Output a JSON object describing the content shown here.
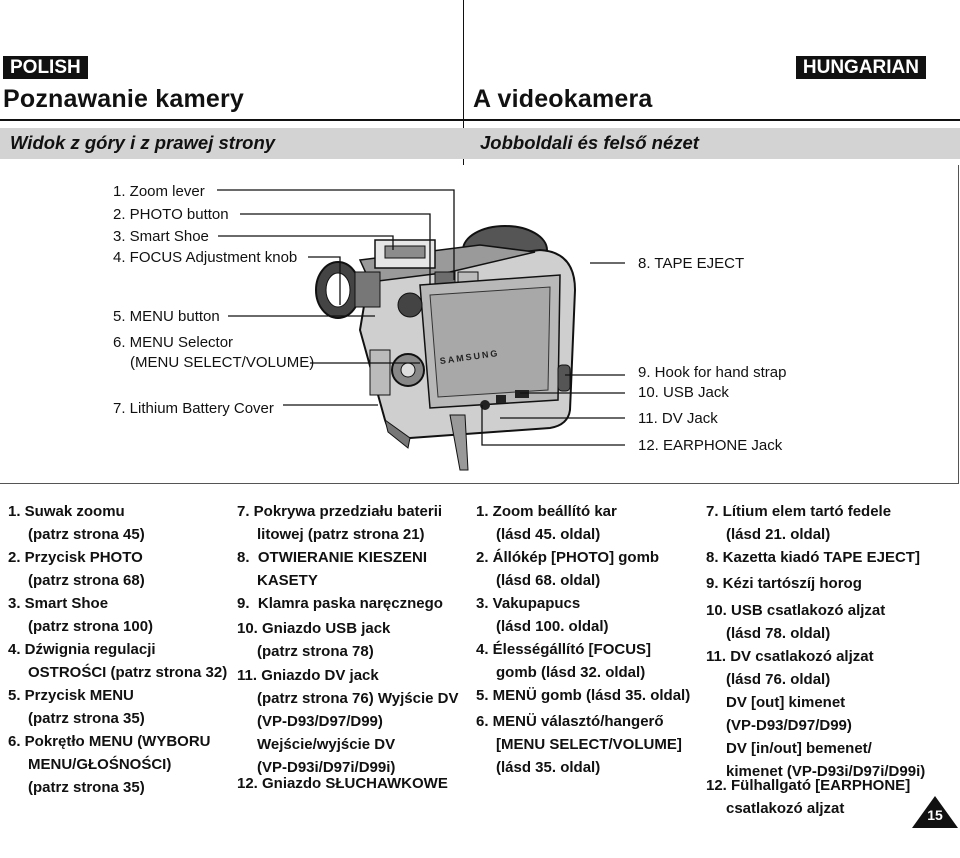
{
  "header": {
    "left_lang": "POLISH",
    "right_lang": "HUNGARIAN",
    "left_title": "Poznawanie kamery",
    "right_title": "A videokamera",
    "left_subtitle": "Widok z góry i z prawej strony",
    "right_subtitle": "Jobboldali és felső nézet"
  },
  "diagram": {
    "brand": "SAMSUNG",
    "labels": [
      "1. Zoom lever",
      "2. PHOTO button",
      "3. Smart Shoe",
      "4. FOCUS Adjustment knob",
      "5. MENU button",
      "6. MENU Selector",
      "(MENU SELECT/VOLUME)",
      "7. Lithium Battery Cover",
      "8. TAPE EJECT",
      "9. Hook for hand strap",
      "10. USB Jack",
      "11. DV Jack",
      "12. EARPHONE Jack"
    ]
  },
  "polish": {
    "col1": [
      [
        "1. Suwak zoomu",
        "(patrz strona 45)"
      ],
      [
        "2. Przycisk PHOTO",
        "(patrz strona 68)"
      ],
      [
        "3. Smart Shoe",
        "(patrz strona 100)"
      ],
      [
        "4. Dźwignia regulacji",
        "OSTROŚCI (patrz strona 32)"
      ],
      [
        "5. Przycisk MENU",
        "(patrz strona 35)"
      ],
      [
        "6. Pokrętło MENU (WYBORU",
        "MENU/GŁOŚNOŚCI)",
        "(patrz strona 35)"
      ]
    ],
    "col2": [
      [
        "7. Pokrywa przedziału baterii",
        "litowej (patrz strona 21)"
      ],
      [
        "8.",
        "OTWIERANIE KIESZENI",
        "KASETY"
      ],
      [
        "9.",
        "Klamra paska naręcznego"
      ],
      [
        "10. Gniazdo USB jack",
        "(patrz strona 78)"
      ],
      [
        "11. Gniazdo DV jack",
        "(patrz strona 76) Wyjście DV",
        "(VP-D93/D97/D99)",
        "Wejście/wyjście DV",
        "(VP-D93i/D97i/D99i)"
      ],
      [
        "12. Gniazdo SŁUCHAWKOWE"
      ]
    ]
  },
  "hungarian": {
    "col1": [
      [
        "1. Zoom beállító kar",
        "(lásd 45. oldal)"
      ],
      [
        "2. Állókép [PHOTO] gomb",
        "(lásd 68. oldal)"
      ],
      [
        "3. Vakupapucs",
        "(lásd 100. oldal)"
      ],
      [
        "4. Élességállító [FOCUS]",
        "gomb (lásd 32. oldal)"
      ],
      [
        "5. MENÜ gomb (lásd 35. oldal)"
      ],
      [
        "6. MENÜ választó/hangerő",
        "[MENU SELECT/VOLUME]",
        "(lásd 35. oldal)"
      ]
    ],
    "col2": [
      [
        "7. Lítium elem tartó fedele",
        "(lásd 21. oldal)"
      ],
      [
        "8. Kazetta kiadó TAPE EJECT]"
      ],
      [
        "9. Kézi tartószíj horog"
      ],
      [
        "10. USB csatlakozó aljzat",
        "(lásd 78. oldal)"
      ],
      [
        "11. DV csatlakozó aljzat",
        "(lásd 76. oldal)",
        "DV [out] kimenet",
        "(VP-D93/D97/D99)",
        "DV [in/out] bemenet/",
        "kimenet (VP-D93i/D97i/D99i)"
      ],
      [
        "12. Fülhallgató [EARPHONE]",
        "csatlakozó aljzat"
      ]
    ]
  },
  "page_number": "15"
}
